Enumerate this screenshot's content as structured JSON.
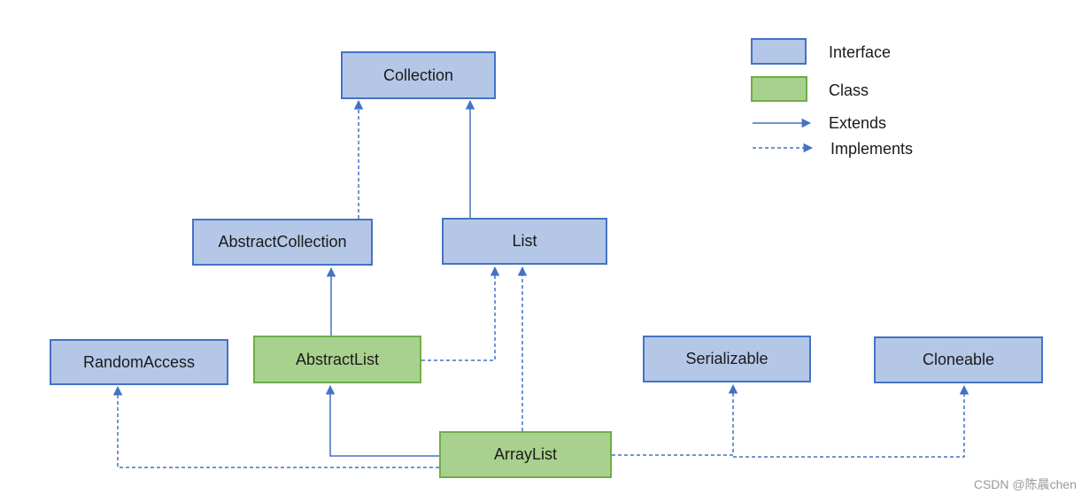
{
  "nodes": {
    "collection": {
      "label": "Collection",
      "kind": "interface"
    },
    "abstract_collection": {
      "label": "AbstractCollection",
      "kind": "interface"
    },
    "list": {
      "label": "List",
      "kind": "interface"
    },
    "random_access": {
      "label": "RandomAccess",
      "kind": "interface"
    },
    "abstract_list": {
      "label": "AbstractList",
      "kind": "class"
    },
    "serializable": {
      "label": "Serializable",
      "kind": "interface"
    },
    "cloneable": {
      "label": "Cloneable",
      "kind": "interface"
    },
    "array_list": {
      "label": "ArrayList",
      "kind": "class"
    }
  },
  "edges": [
    {
      "from": "abstract_collection",
      "to": "collection",
      "type": "implements"
    },
    {
      "from": "list",
      "to": "collection",
      "type": "extends"
    },
    {
      "from": "abstract_list",
      "to": "abstract_collection",
      "type": "extends"
    },
    {
      "from": "abstract_list",
      "to": "list",
      "type": "implements"
    },
    {
      "from": "array_list",
      "to": "abstract_list",
      "type": "extends"
    },
    {
      "from": "array_list",
      "to": "list",
      "type": "implements"
    },
    {
      "from": "array_list",
      "to": "random_access",
      "type": "implements"
    },
    {
      "from": "array_list",
      "to": "serializable",
      "type": "implements"
    },
    {
      "from": "array_list",
      "to": "cloneable",
      "type": "implements"
    }
  ],
  "legend": {
    "interface_label": "Interface",
    "class_label": "Class",
    "extends_label": "Extends",
    "implements_label": "Implements"
  },
  "colors": {
    "interface_fill": "#b4c7e7",
    "interface_border": "#4472c4",
    "class_fill": "#a9d18e",
    "class_border": "#70ad47",
    "arrow": "#4472c4"
  },
  "watermark": "CSDN @陈晨chen"
}
